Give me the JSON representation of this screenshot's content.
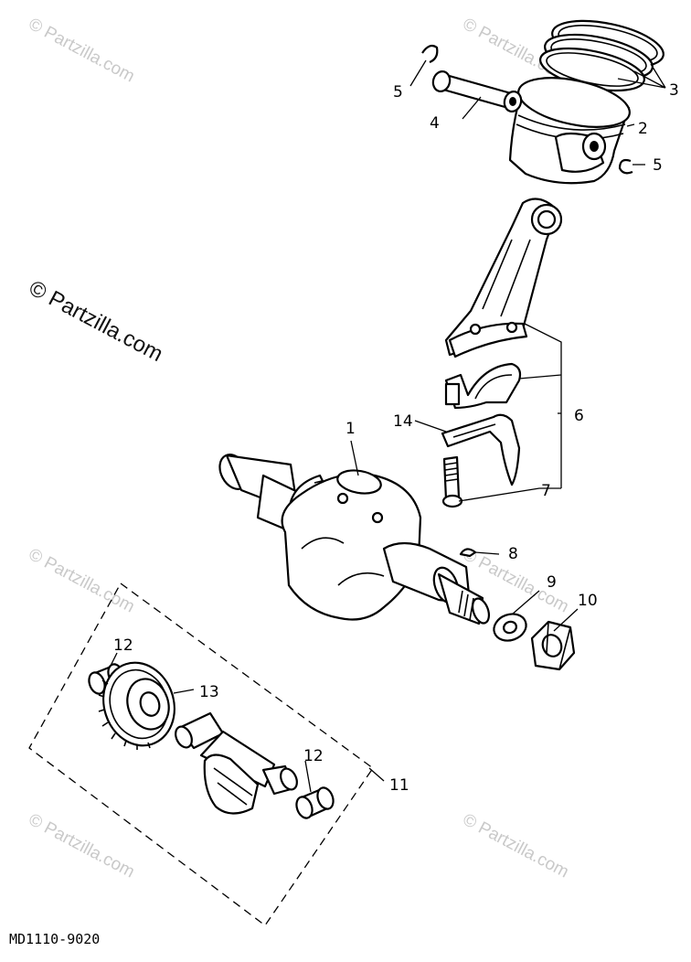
{
  "diagram": {
    "drawing_code": "MD1110-9020",
    "watermark_main": "© Partzilla.com",
    "watermark_repeat": "© Partzilla.com",
    "callouts": {
      "c1": "1",
      "c2": "2",
      "c3": "3",
      "c4": "4",
      "c5a": "5",
      "c5b": "5",
      "c6": "6",
      "c7": "7",
      "c8": "8",
      "c9": "9",
      "c10": "10",
      "c11": "11",
      "c12a": "12",
      "c12b": "12",
      "c13": "13",
      "c14": "14"
    }
  }
}
